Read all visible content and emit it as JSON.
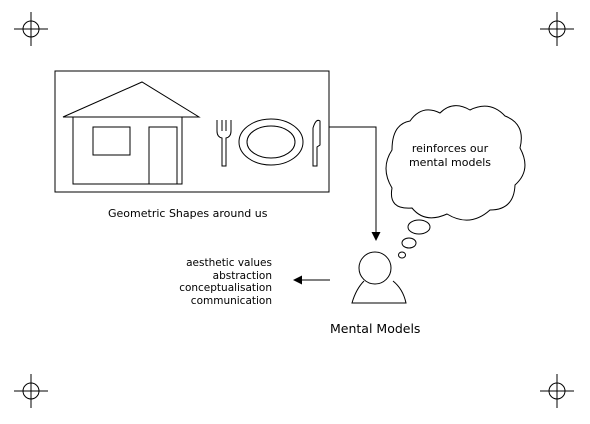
{
  "caption": "Geometric Shapes around us",
  "thought_bubble": {
    "line1": "reinforces our",
    "line2": "mental models"
  },
  "values_list": [
    "aesthetic values",
    "abstraction",
    "conceptualisation",
    "communication"
  ],
  "person_label": "Mental Models"
}
